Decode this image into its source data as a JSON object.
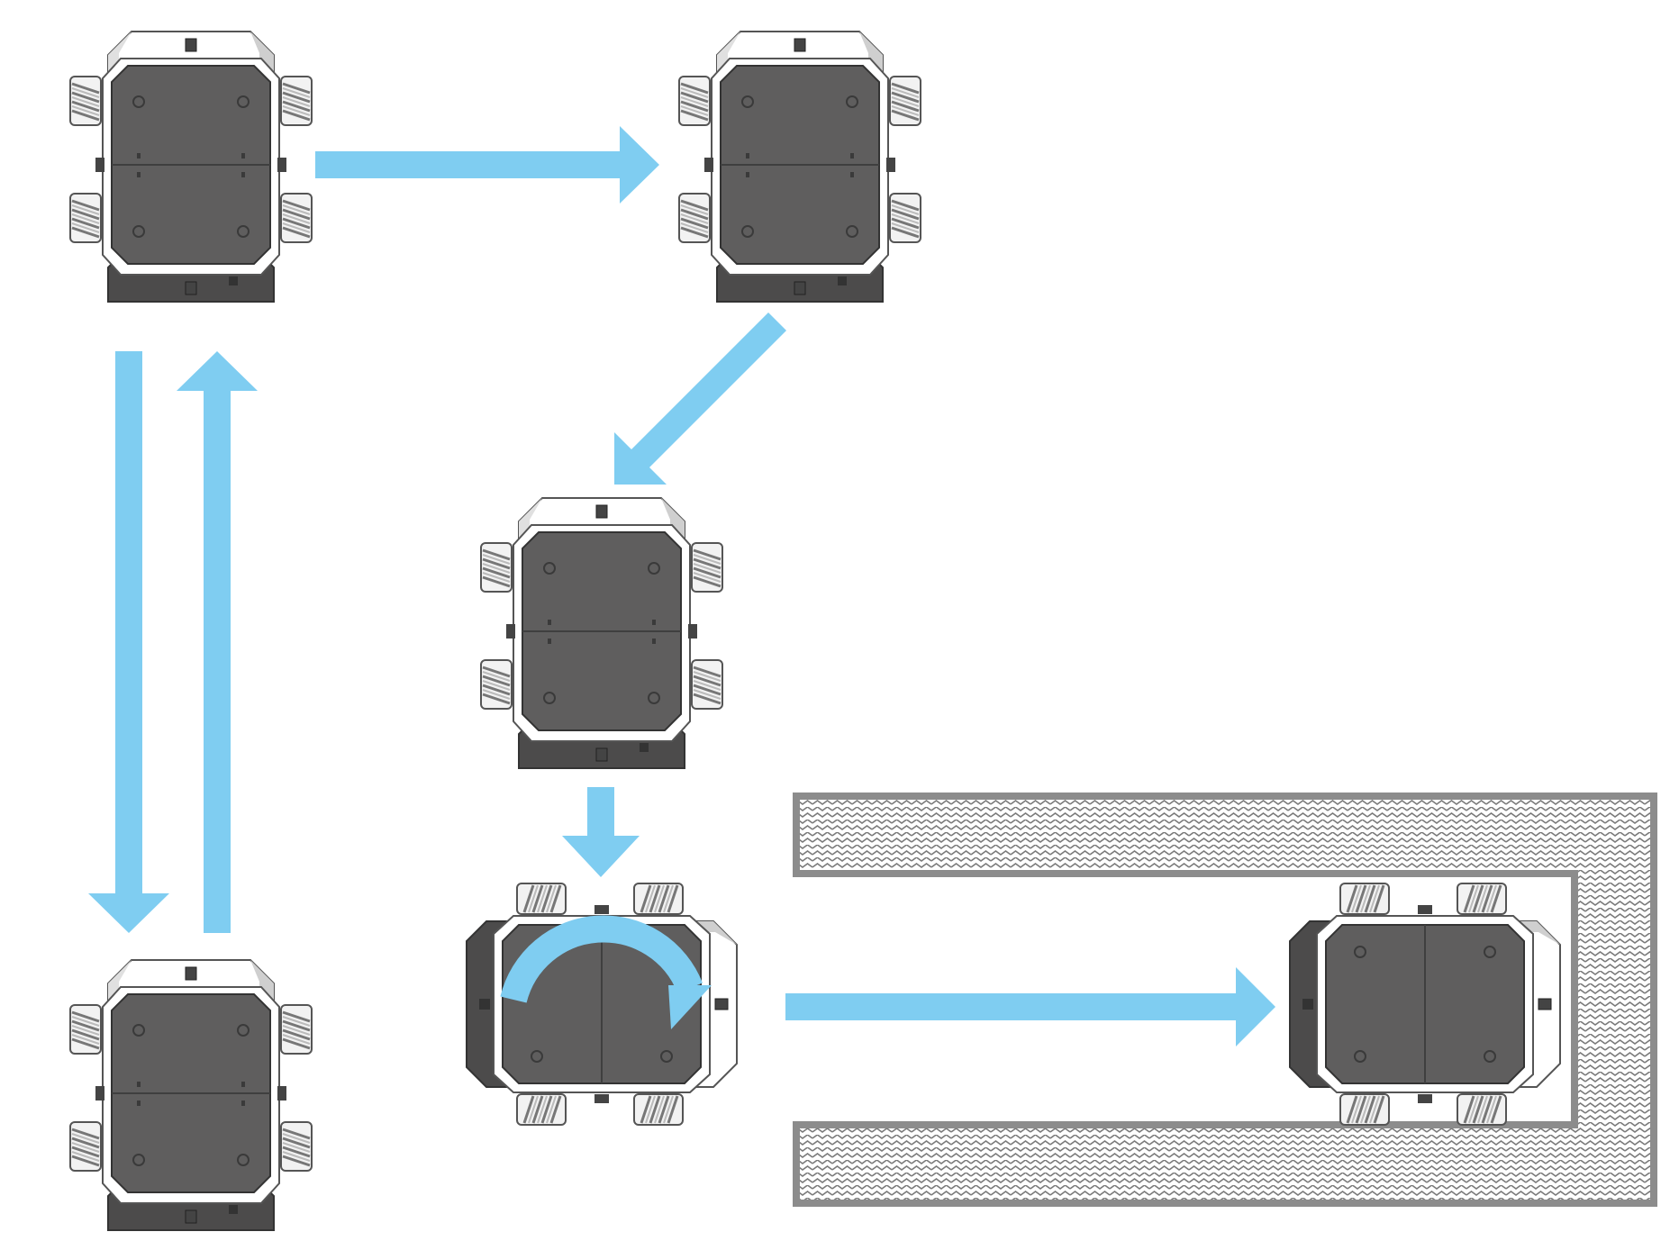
{
  "diagram": {
    "colors": {
      "background": "#ffffff",
      "arrow": "#7fcdf1",
      "robot_body": "#5f5e5e",
      "robot_frame": "#ffffff",
      "robot_outline": "#444444",
      "robot_side_shade": "#cfcfcf",
      "robot_dark_base": "#4c4b4b",
      "wheel_roller": "#dcdcdc",
      "wall_border": "#8c8c8c",
      "wall_fill": "#ffffff",
      "wall_pattern": "#7a7a7a"
    },
    "robots": [
      {
        "id": "robot-1",
        "orientation": "up"
      },
      {
        "id": "robot-2",
        "orientation": "up"
      },
      {
        "id": "robot-3",
        "orientation": "up"
      },
      {
        "id": "robot-4",
        "orientation": "up"
      },
      {
        "id": "robot-5",
        "orientation": "right"
      },
      {
        "id": "robot-6",
        "orientation": "right"
      }
    ],
    "arrows": [
      {
        "id": "arrow-right-top",
        "direction": "right"
      },
      {
        "id": "arrow-diagonal",
        "direction": "down-left"
      },
      {
        "id": "arrow-down-left",
        "direction": "down"
      },
      {
        "id": "arrow-up-left",
        "direction": "up"
      },
      {
        "id": "arrow-down-center",
        "direction": "down"
      },
      {
        "id": "arrow-rotate",
        "direction": "clockwise"
      },
      {
        "id": "arrow-right-bottom",
        "direction": "right"
      }
    ],
    "obstacle": {
      "shape": "U-shaped wall",
      "pattern": "zigzag"
    }
  }
}
